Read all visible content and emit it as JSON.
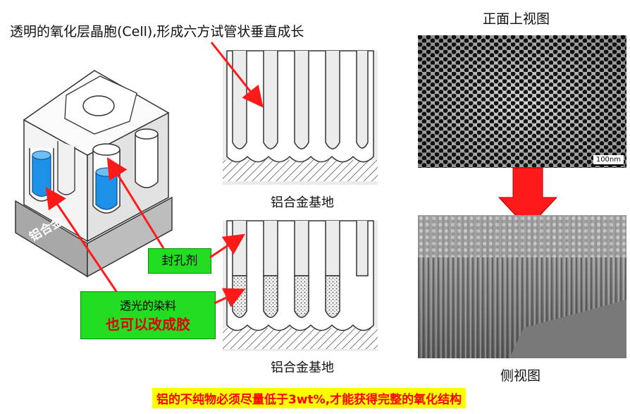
{
  "texts": {
    "cell_caption": "透明的氧化层晶胞(Cell),形成六方试管状垂直成长",
    "substrate_top": "铝合金基地",
    "substrate_bottom": "铝合金基地",
    "alloy_label": "铝合金",
    "sealant_tag": "封孔剂",
    "dye_line1": "透光的染料",
    "dye_line2": "也可以改成胶",
    "front_view": "正面上视图",
    "side_view": "侧视图",
    "scale_bar": "100nm",
    "footer": "铝的不纯物必须尽量低于3wt%,才能获得完整的氧化结构"
  },
  "colors": {
    "arrow_red": "#ff1a1a",
    "dye_blue": "#1e90e8",
    "tag_green": "#22dd22",
    "footer_bg": "#ffff00",
    "footer_text": "#ff0000"
  }
}
